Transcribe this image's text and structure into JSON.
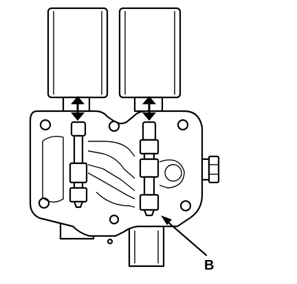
{
  "diagram": {
    "callouts": [
      {
        "id": "B",
        "label": "B"
      }
    ],
    "icons": {
      "arrows": "double-headed-vertical-arrow"
    }
  }
}
